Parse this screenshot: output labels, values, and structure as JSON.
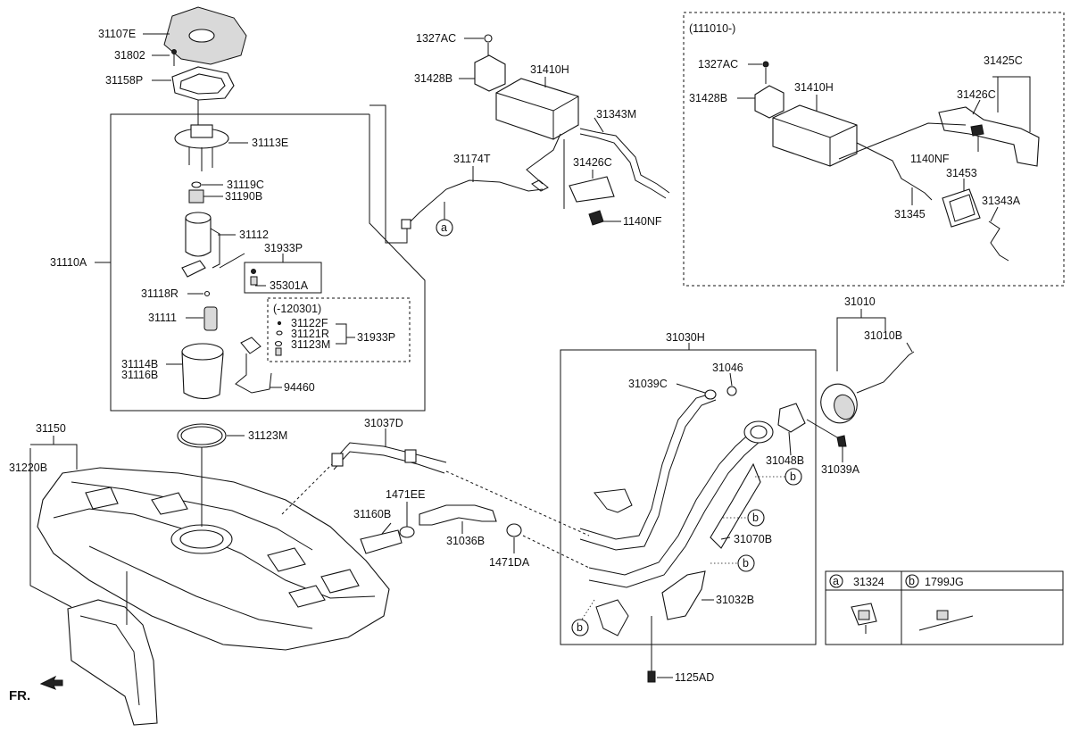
{
  "labels": {
    "31107E": "31107E",
    "31802": "31802",
    "31158P": "31158P",
    "31113E": "31113E",
    "31119C": "31119C",
    "31190B": "31190B",
    "31112": "31112",
    "31933P_a": "31933P",
    "35301A": "35301A",
    "31110A": "31110A",
    "31118R": "31118R",
    "31111": "31111",
    "variant_120301": "(-120301)",
    "31122F": "31122F",
    "31121R": "31121R",
    "31123M_a": "31123M",
    "31933P_b": "31933P",
    "31114B": "31114B",
    "31116B": "31116B",
    "94460": "94460",
    "1327AC_a": "1327AC",
    "31428B_a": "31428B",
    "31410H_a": "31410H",
    "31343M": "31343M",
    "31174T": "31174T",
    "31426C_a": "31426C",
    "1140NF_a": "1140NF",
    "variant_111010": "(111010-)",
    "1327AC_b": "1327AC",
    "31428B_b": "31428B",
    "31410H_b": "31410H",
    "31425C": "31425C",
    "31426C_b": "31426C",
    "1140NF_b": "1140NF",
    "31453": "31453",
    "31345": "31345",
    "31343A": "31343A",
    "31010": "31010",
    "31010B": "31010B",
    "31030H": "31030H",
    "31046": "31046",
    "31039C": "31039C",
    "31048B": "31048B",
    "31039A": "31039A",
    "31070B": "31070B",
    "31032B": "31032B",
    "1125AD": "1125AD",
    "31150": "31150",
    "31220B": "31220B",
    "31123M_b": "31123M",
    "31037D": "31037D",
    "1471EE": "1471EE",
    "31160B": "31160B",
    "31036B": "31036B",
    "1471DA": "1471DA",
    "fr": "FR."
  },
  "callouts": {
    "a": "a",
    "b": "b"
  },
  "legend": {
    "a_letter": "a",
    "a_part": "31324",
    "b_letter": "b",
    "b_part": "1799JG"
  }
}
